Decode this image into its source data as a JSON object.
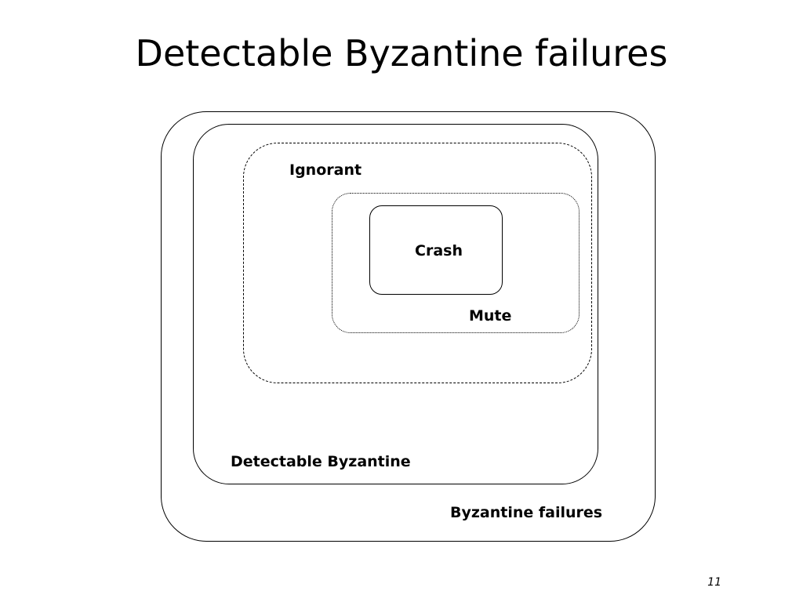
{
  "slide": {
    "title": "Detectable Byzantine failures",
    "page_number": "11"
  },
  "diagram": {
    "regions": {
      "byzantine_failures": {
        "label": "Byzantine failures",
        "border_style": "solid"
      },
      "detectable_byzantine": {
        "label": "Detectable Byzantine",
        "border_style": "solid"
      },
      "ignorant": {
        "label": "Ignorant",
        "border_style": "dashed"
      },
      "mute": {
        "label": "Mute",
        "border_style": "dotted"
      },
      "crash": {
        "label": "Crash",
        "border_style": "solid"
      }
    },
    "line_color": "#000000",
    "background_color": "#ffffff"
  }
}
